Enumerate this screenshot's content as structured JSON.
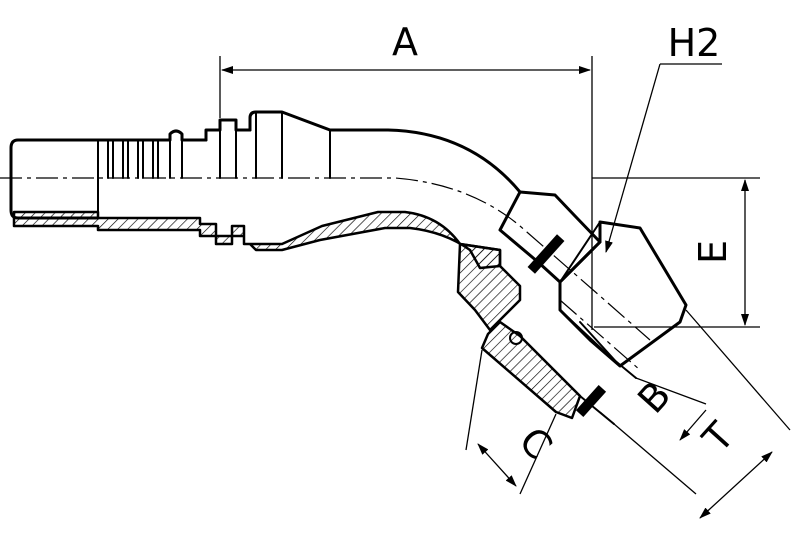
{
  "labels": {
    "A": "A",
    "H2": "H2",
    "E": "E",
    "B": "B",
    "T": "T",
    "C": "C"
  }
}
